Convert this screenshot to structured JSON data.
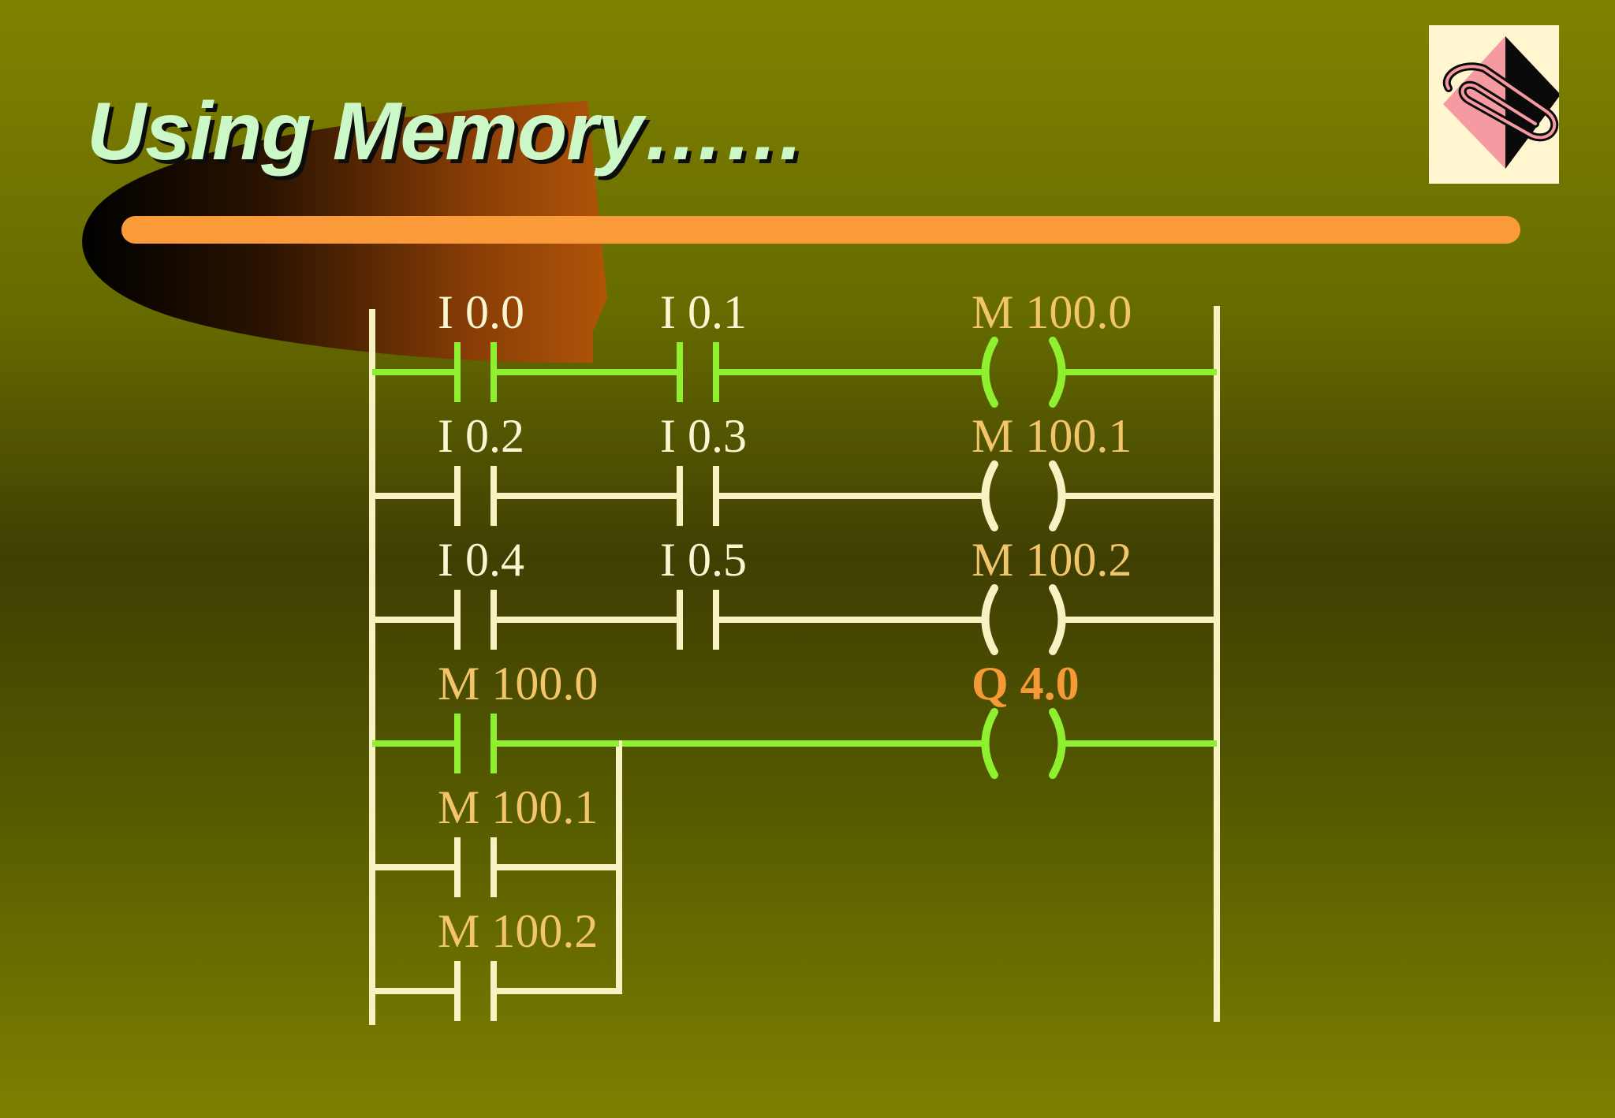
{
  "slide": {
    "title": "Using Memory……",
    "logo_icon": "paperclip-diamond-logo"
  },
  "colors": {
    "active": "#8ef02e",
    "inactive": "#f8f2c2",
    "input_label": "#fbf6d2",
    "memory_label": "#f2c56a",
    "output_label": "#f59a36",
    "accent_bar": "#fb9a38"
  },
  "diagram": {
    "rungs": [
      {
        "contacts": [
          {
            "label": "I 0.0",
            "kind": "input",
            "energized": true
          },
          {
            "label": "I 0.1",
            "kind": "input",
            "energized": true
          }
        ],
        "coil": {
          "label": "M 100.0",
          "kind": "memory",
          "energized": true
        }
      },
      {
        "contacts": [
          {
            "label": "I 0.2",
            "kind": "input",
            "energized": false
          },
          {
            "label": "I 0.3",
            "kind": "input",
            "energized": false
          }
        ],
        "coil": {
          "label": "M 100.1",
          "kind": "memory",
          "energized": false
        }
      },
      {
        "contacts": [
          {
            "label": "I 0.4",
            "kind": "input",
            "energized": false
          },
          {
            "label": "I 0.5",
            "kind": "input",
            "energized": false
          }
        ],
        "coil": {
          "label": "M 100.2",
          "kind": "memory",
          "energized": false
        }
      },
      {
        "contacts": [
          {
            "label": "M 100.0",
            "kind": "memory",
            "energized": true
          }
        ],
        "parallel_contacts": [
          {
            "label": "M 100.1",
            "kind": "memory",
            "energized": false
          },
          {
            "label": "M 100.2",
            "kind": "memory",
            "energized": false
          }
        ],
        "coil": {
          "label": "Q 4.0",
          "kind": "output",
          "energized": true
        }
      }
    ]
  }
}
